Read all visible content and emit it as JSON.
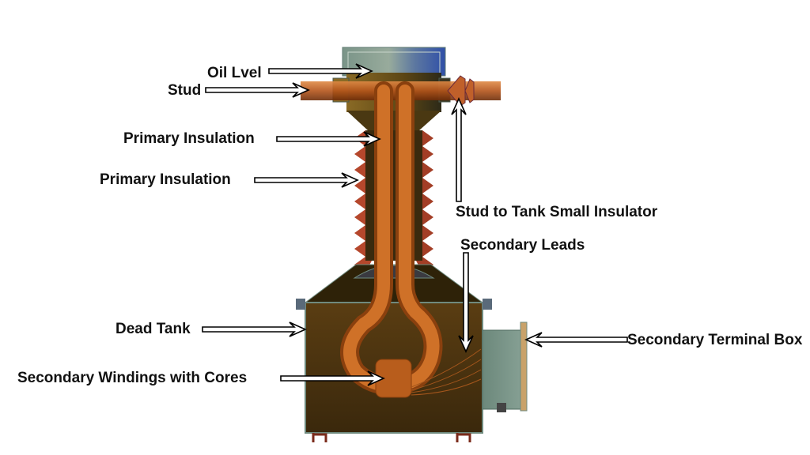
{
  "diagram": {
    "labels": {
      "oil_level": "Oil Lvel",
      "stud": "Stud",
      "primary_insulation_1": "Primary Insulation",
      "primary_insulation_2": "Primary Insulation",
      "stud_insulator": "Stud to Tank Small Insulator",
      "secondary_leads": "Secondary Leads",
      "dead_tank": "Dead Tank",
      "secondary_terminal_box": "Secondary Terminal Box",
      "secondary_windings": "Secondary Windings with Cores"
    },
    "colors": {
      "copper": "#c0611c",
      "tank": "#4a3210",
      "insulator": "#b5472c",
      "terminal_box": "#6f8a7e",
      "oil_cap_blue": "#2f4fa8"
    }
  }
}
